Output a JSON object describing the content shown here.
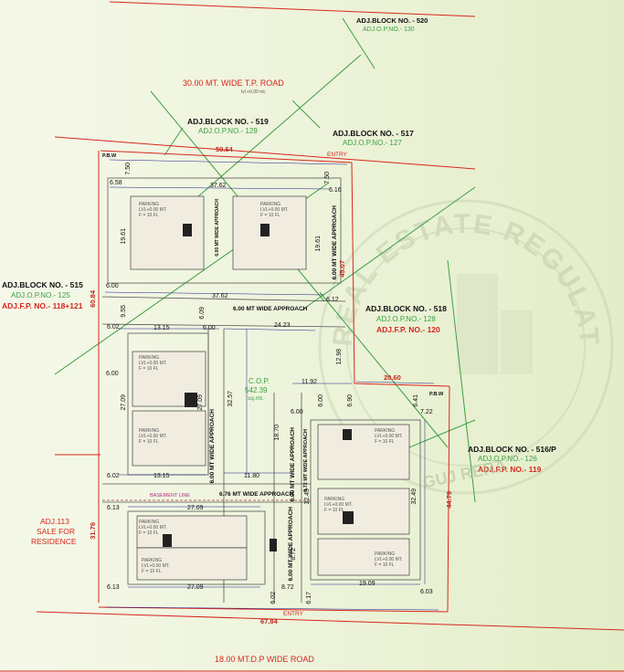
{
  "road_top": "30.00 MT. WIDE   T.P. ROAD",
  "road_top_note": "lvl.+0.00 mt.",
  "road_bottom": "18.00 MT.D.P WIDE ROAD",
  "adj": {
    "b520": {
      "block": "ADJ.BLOCK NO. - 520",
      "op": "ADJ.O.P.NO.- 130"
    },
    "b519": {
      "block": "ADJ.BLOCK NO. - 519",
      "op": "ADJ.O.P.NO.- 129"
    },
    "b517": {
      "block": "ADJ.BLOCK NO. - 517",
      "op": "ADJ.O.P.NO.- 127"
    },
    "b515": {
      "block": "ADJ.BLOCK NO. - 515",
      "op": "ADJ.O.P.NO.- 125",
      "fp": "ADJ.F.P. NO.- 118+121"
    },
    "b518": {
      "block": "ADJ.BLOCK NO. - 518",
      "op": "ADJ.O.P.NO.- 128",
      "fp": "ADJ.F.P. NO.- 120"
    },
    "b516": {
      "block": "ADJ.BLOCK NO. - 516/P",
      "op": "ADJ.O.P.NO.- 126",
      "fp": "ADJ.F.P. NO.- 119"
    },
    "b113": {
      "l1": "ADJ.113",
      "l2": "SALE FOR",
      "l3": "RESIDENCE"
    }
  },
  "entry": "ENTRY",
  "pbw": "P.B.W",
  "cop": {
    "l1": "C.O.P.",
    "l2": "542.39",
    "l3": "sq.mt."
  },
  "basement_line": "BASEMENT LINE",
  "dims": {
    "d5064": "50.64",
    "d6084": "60.84",
    "d4507": "45.07",
    "d2060": "20.60",
    "d4479": "44.79",
    "d3176": "31.76",
    "d6784": "67.84",
    "d3762a": "37.62",
    "d3762b": "37.62",
    "d2423": "24.23",
    "d1315a": "13.15",
    "d1315b": "13.15",
    "d2709a": "27.09",
    "d2709b": "27.09",
    "d2709c": "27.09",
    "d2709d": "27.09",
    "d1180": "11.80",
    "d1192": "11.92",
    "d1909": "19.09",
    "d3257": "32.57",
    "d1870": "18.70",
    "d3249a": "32.49",
    "d3249b": "32.49",
    "d1961a": "19.61",
    "d1961b": "19.61",
    "d1298": "12.98",
    "d750a": "7.50",
    "d750b": "7.50",
    "d658": "6.58",
    "d616": "6.16",
    "d600a": "6.00",
    "d600b": "6.00",
    "d600c": "6.00",
    "d600d": "6.00",
    "d600e": "6.00",
    "d602a": "6.02",
    "d602b": "6.02",
    "d602c": "6.02",
    "d613a": "6.13",
    "d613b": "6.13",
    "d612": "6.12",
    "d609": "6.09",
    "d955": "9.55",
    "d872a": "8.72",
    "d872b": "8.72",
    "d617": "6.17",
    "d603": "6.03",
    "d722": "7.22",
    "d641": "6.41",
    "d690": "6.90"
  },
  "approach": {
    "a1": "6.00 MT WIDE APPROACH",
    "a2": "6.00 MT WIDE APPROACH",
    "a3": "6.00 MT WIDE APPROACH",
    "a4": "6.00 MT WIDE APPROACH",
    "a5": "6.76 MT WIDE APPROACH",
    "a6": "6.00 MT WIDE APPROACH",
    "a7": "6.00 MT WIDE APPROACH",
    "a8": "9.72 MT WIDE APPROACH"
  },
  "parking": {
    "l1": "PARKING",
    "l2": "LVL+0.00 MT.",
    "l3": "F = 10 FL"
  },
  "watermark": "REAL ESTATE REGULATORY AUTHORITY",
  "watermark2": "GUJ RERA",
  "colors": {
    "red": "#d8261c",
    "green": "#3aa044",
    "line_green": "#3aa044",
    "wall": "#d8261c"
  }
}
